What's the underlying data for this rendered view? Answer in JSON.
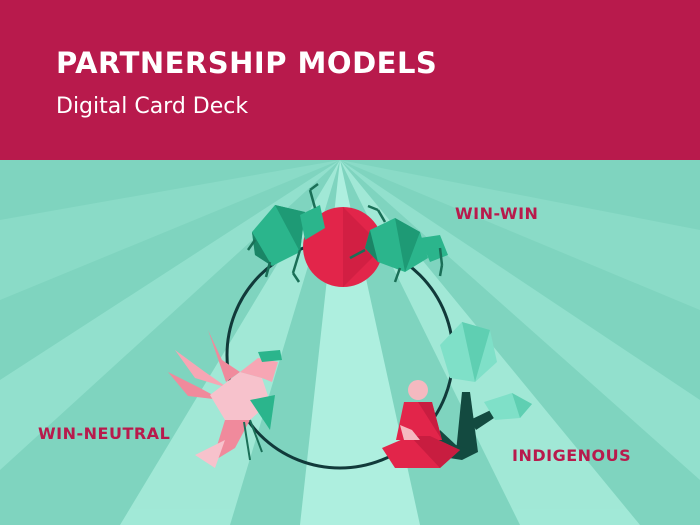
{
  "header": {
    "title": "PARTNERSHIP MODELS",
    "subtitle": "Digital Card Deck"
  },
  "labels": {
    "win_win": "WIN-WIN",
    "win_neutral": "WIN-NEUTRAL",
    "indigenous": "INDIGENOUS"
  },
  "colors": {
    "brand": "#b81a4c",
    "background": "#7fd4bf",
    "icon_green": "#2bb58c",
    "sun_red": "#e2254a",
    "bird_pink": "#f08a9c"
  },
  "illustrations": {
    "top": "beetles-and-sun-icon",
    "left": "bird-icon",
    "right": "meditating-figure-and-tree-icon",
    "center": "cycle-ring"
  }
}
